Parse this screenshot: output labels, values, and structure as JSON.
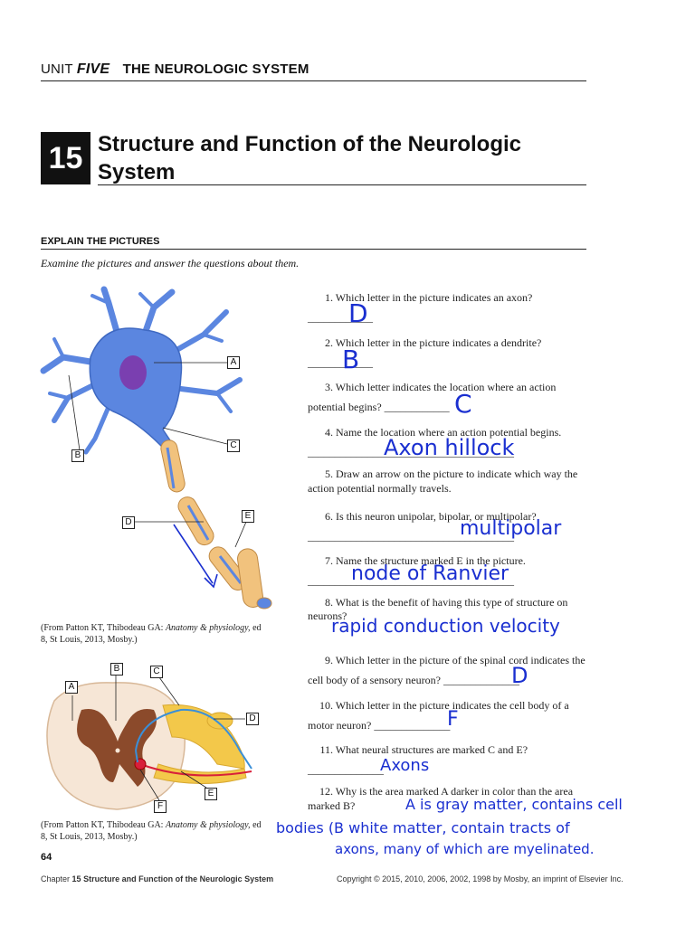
{
  "header": {
    "unit_word": "UNIT",
    "unit_number": "FIVE",
    "unit_title": "THE NEUROLOGIC SYSTEM"
  },
  "chapter": {
    "number": "15",
    "title_line1": "Structure and Function of the Neurologic",
    "title_line2": "System"
  },
  "section": {
    "heading": "EXPLAIN THE PICTURES",
    "instruction": "Examine the pictures and answer the questions about them."
  },
  "figures": {
    "neuron_labels": [
      "A",
      "B",
      "C",
      "D",
      "E"
    ],
    "neuron_caption_prefix": "(From Patton KT, Thibodeau GA: ",
    "neuron_caption_title": "Anatomy & physiology,",
    "neuron_caption_suffix": " ed 8, St Louis, 2013, Mosby.)",
    "spinal_labels": [
      "A",
      "B",
      "C",
      "D",
      "E",
      "F"
    ],
    "spinal_caption_prefix": "(From Patton KT, Thibodeau GA: ",
    "spinal_caption_title": "Anatomy & physiology,",
    "spinal_caption_suffix": " ed 8, St Louis, 2013, Mosby.)"
  },
  "questions": [
    {
      "num": "1.",
      "text": "Which letter in the picture indicates an axon? ____________",
      "answer": "D"
    },
    {
      "num": "2.",
      "text": "Which letter in the picture indicates a dendrite? ____________",
      "answer": "B"
    },
    {
      "num": "3.",
      "text": "Which letter indicates the location where an action potential begins? ____________",
      "answer": "C"
    },
    {
      "num": "4.",
      "text": "Name the location where an action potential begins. ______________________________________",
      "answer": "Axon hillock"
    },
    {
      "num": "5.",
      "text": "Draw an arrow on the picture to indicate which way the action potential normally travels.",
      "answer": ""
    },
    {
      "num": "6.",
      "text": "Is this neuron unipolar, bipolar, or multipolar? ______________________________________",
      "answer": "multipolar"
    },
    {
      "num": "7.",
      "text": "Name the structure marked E in the picture. ______________________________________",
      "answer": "node of Ranvier"
    },
    {
      "num": "8.",
      "text": "What is the benefit of having this type of structure on neurons?",
      "answer": "rapid conduction velocity"
    },
    {
      "num": "9.",
      "text": "Which letter in the picture of the spinal cord indicates the cell body of a sensory neuron? ______________",
      "answer": "D"
    },
    {
      "num": "10.",
      "text": "Which letter in the picture indicates the cell body of a motor neuron? ______________",
      "answer": "F"
    },
    {
      "num": "11.",
      "text": "What neural structures are marked C and E? ______________",
      "answer": "Axons"
    },
    {
      "num": "12.",
      "text": "Why is the area marked A darker in color than the area marked B?",
      "answer": ""
    }
  ],
  "answer12": {
    "line1": "A is gray matter, contains cell",
    "line2": "bodies  (B white matter, contain tracts of",
    "line3": "axons, many of which are myelinated."
  },
  "footer": {
    "page_number": "64",
    "chapter_word": "Chapter",
    "chapter_num": "15",
    "chapter_title": "Structure and Function of the Neurologic System",
    "copyright": "Copyright © 2015, 2010, 2006, 2002, 1998 by Mosby, an imprint of Elsevier Inc."
  },
  "colors": {
    "ink": "#1a2fd0",
    "neuron_body": "#5b86e0",
    "nucleus": "#7a3fb0",
    "myelin": "#f1c27d",
    "gray_matter": "#8b4a2b",
    "white_matter": "#f6e6d6"
  }
}
